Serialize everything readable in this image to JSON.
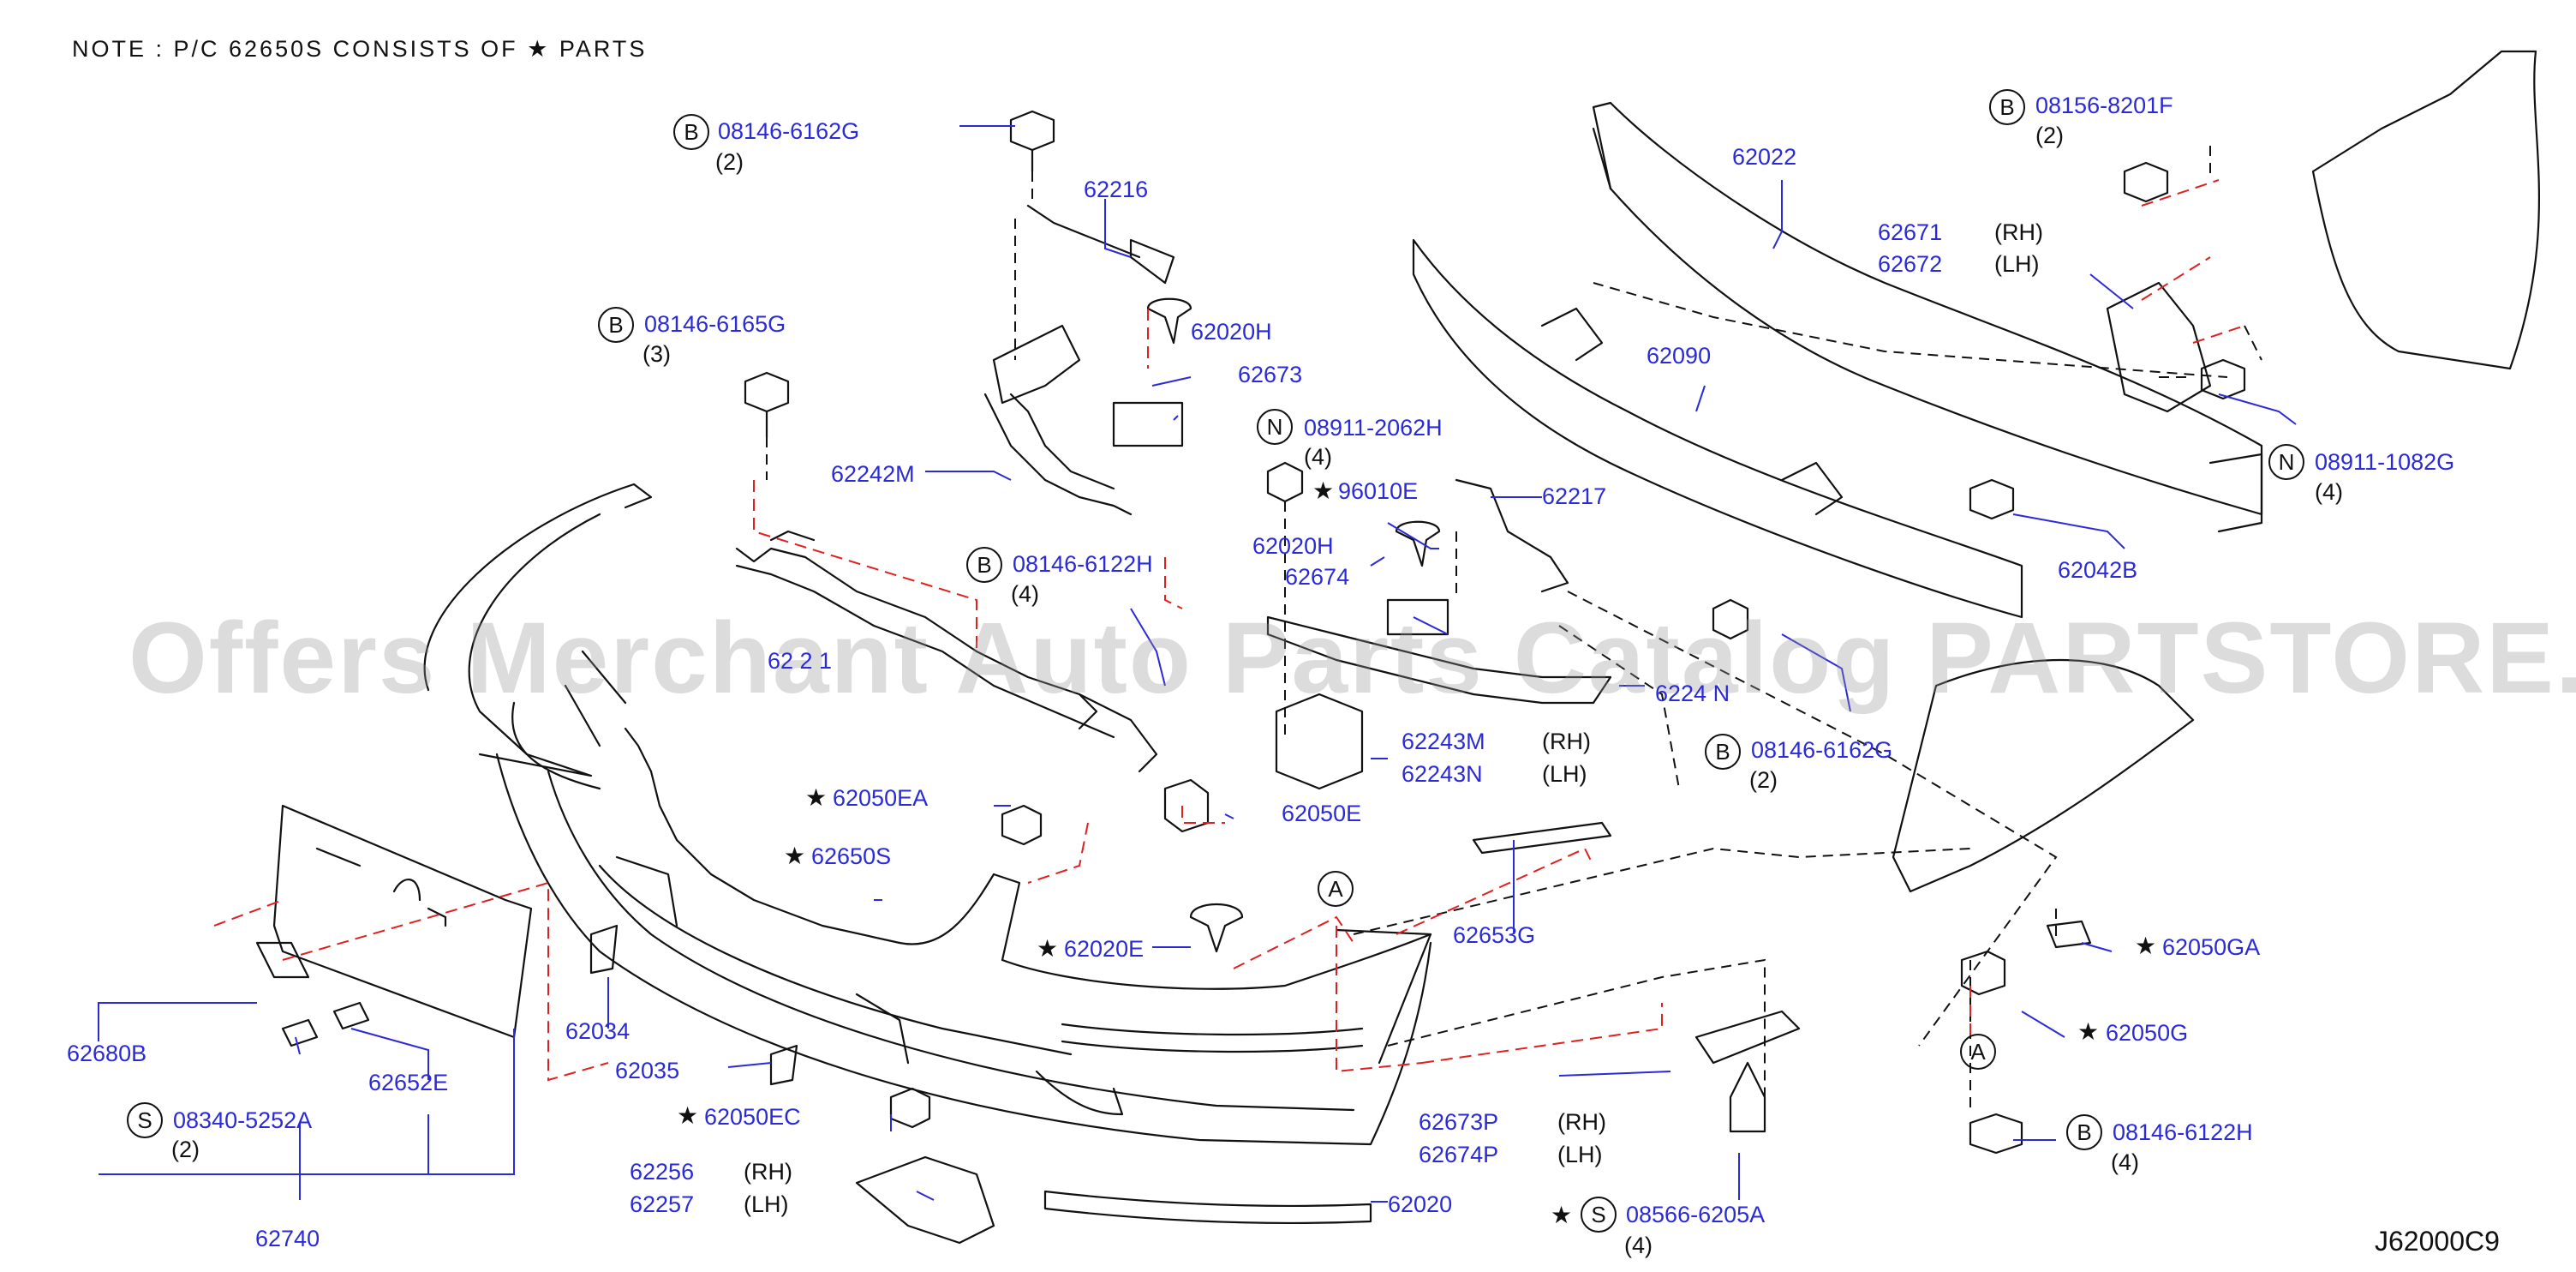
{
  "note": "NOTE  :  P/C  62650S  CONSISTS  OF       ★  PARTS",
  "diagram_code": "J62000C9",
  "watermark": "Offers Merchant Auto Parts Catalog PARTSTORE.SA",
  "colors": {
    "part_number": "#2a2ad8",
    "leader_lines": "#2a2ad8",
    "drawing": "#111111",
    "dashed_red": "#e02020"
  },
  "markers": {
    "bolt": "B",
    "nut": "N",
    "screw": "S",
    "connector": "A",
    "star": "★"
  },
  "labels": [
    {
      "id": "b-08146-6162g-top",
      "num": "08146-6162G",
      "qty": "(2)",
      "marker": "B"
    },
    {
      "id": "p-62216",
      "num": "62216"
    },
    {
      "id": "b-08146-6165g",
      "num": "08146-6165G",
      "qty": "(3)",
      "marker": "B"
    },
    {
      "id": "p-62020h-a",
      "num": "62020H"
    },
    {
      "id": "p-62673",
      "num": "62673"
    },
    {
      "id": "p-62242m",
      "num": "62242M"
    },
    {
      "id": "n-08911-2062h",
      "num": "08911-2062H",
      "qty": "(4)",
      "marker": "N"
    },
    {
      "id": "p-96010e",
      "num": "96010E",
      "star": true
    },
    {
      "id": "p-62217",
      "num": "62217"
    },
    {
      "id": "b-08146-6122h-mid",
      "num": "08146-6122H",
      "qty": "(4)",
      "marker": "B"
    },
    {
      "id": "p-62020h-b",
      "num": "62020H"
    },
    {
      "id": "p-62674",
      "num": "62674"
    },
    {
      "id": "p-62022",
      "num": "62022"
    },
    {
      "id": "p-62090",
      "num": "62090"
    },
    {
      "id": "p-62671",
      "num": "62671",
      "side": "(RH)"
    },
    {
      "id": "p-62672",
      "num": "62672",
      "side": "(LH)"
    },
    {
      "id": "b-08156-8201f",
      "num": "08156-8201F",
      "qty": "(2)",
      "marker": "B"
    },
    {
      "id": "n-08911-1082g",
      "num": "08911-1082G",
      "qty": "(4)",
      "marker": "N"
    },
    {
      "id": "p-62042b",
      "num": "62042B"
    },
    {
      "id": "p-6224n",
      "num": "6224 N"
    },
    {
      "id": "b-08146-6162g-right",
      "num": "08146-6162G",
      "qty": "(2)",
      "marker": "B"
    },
    {
      "id": "p-62243m",
      "num": "62243M",
      "side": "(RH)"
    },
    {
      "id": "p-62243n",
      "num": "62243N",
      "side": "(LH)"
    },
    {
      "id": "p-62050ea",
      "num": "62050EA",
      "star": true
    },
    {
      "id": "p-62050e",
      "num": "62050E"
    },
    {
      "id": "p-62650s",
      "num": "62650S",
      "star": true
    },
    {
      "id": "p-62020e",
      "num": "62020E",
      "star": true
    },
    {
      "id": "p-62653g",
      "num": "62653G"
    },
    {
      "id": "p-62034",
      "num": "62034"
    },
    {
      "id": "p-62035",
      "num": "62035"
    },
    {
      "id": "p-62680b",
      "num": "62680B"
    },
    {
      "id": "p-62652e",
      "num": "62652E"
    },
    {
      "id": "s-08340-5252a",
      "num": "08340-5252A",
      "qty": "(2)",
      "marker": "S"
    },
    {
      "id": "p-62050ec",
      "num": "62050EC",
      "star": true
    },
    {
      "id": "p-62256",
      "num": "62256",
      "side": "(RH)"
    },
    {
      "id": "p-62257",
      "num": "62257",
      "side": "(LH)"
    },
    {
      "id": "p-62020",
      "num": "62020"
    },
    {
      "id": "p-62740",
      "num": "62740"
    },
    {
      "id": "p-62673p",
      "num": "62673P",
      "side": "(RH)"
    },
    {
      "id": "p-62674p",
      "num": "62674P",
      "side": "(LH)"
    },
    {
      "id": "s-08566-6205a",
      "num": "08566-6205A",
      "qty": "(4)",
      "marker": "S",
      "star": true
    },
    {
      "id": "p-62050ga",
      "num": "62050GA",
      "star": true
    },
    {
      "id": "p-62050g",
      "num": "62050G",
      "star": true
    },
    {
      "id": "b-08146-6122h-br",
      "num": "08146-6122H",
      "qty": "(4)",
      "marker": "B"
    },
    {
      "id": "p-62242-partial",
      "num": "62  2  1"
    }
  ]
}
